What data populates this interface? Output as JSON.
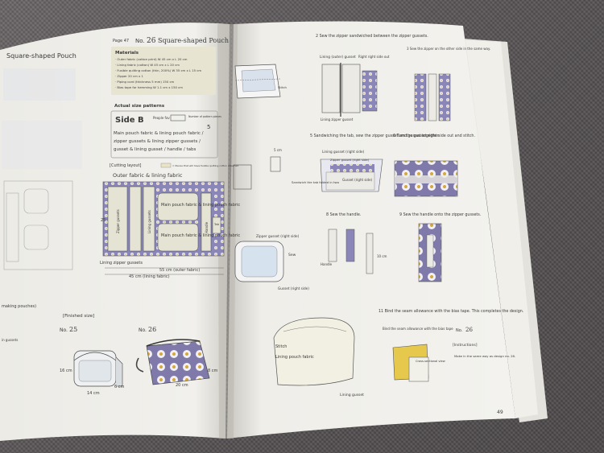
{
  "left_page": {
    "page_ref": "Page 47",
    "project_number": "26",
    "project_title": "Square-shaped Pouch",
    "left_title_fragment": "Square-shaped Pouch",
    "materials_heading": "Materials",
    "materials": [
      "· Outer fabric (cotton print) W 45 cm x L 20 cm",
      "· Lining fabric (cotton) W 45 cm x L 20 cm",
      "· Fusible quilting cotton (thin, 200%) W 35 cm x L 15 cm",
      "· Zipper 20 cm x 1",
      "· Piping cord (thickness 5 mm) 150 cm",
      "· Bias tape for hemming W 1.1 cm x 150 cm"
    ],
    "pattern_heading": "Actual size patterns",
    "side": "Side B",
    "people_label": "People fav",
    "number_label": "Number of pattern pieces",
    "number_value": "5",
    "pattern_lines": [
      "Main pouch fabric & lining pouch fabric /",
      "zipper gussets & lining zipper gussets /",
      "gusset & lining gusset / handle / tabs"
    ],
    "cutting_heading": "[Cutting layout]",
    "cutting_note": "= Pieces that will have fusible quilting cotton attached",
    "layout_title": "Outer fabric & lining fabric",
    "pieces": {
      "main1": "Main pouch fabric & lining pouch fabric",
      "main2": "Main pouch fabric & lining pouch fabric",
      "zipper": "Zipper gussets",
      "lining_gusset": "Lining gussets",
      "handle": "Handle",
      "tab": "Tab",
      "lining_zipper": "Lining zipper gussets"
    },
    "dim_height": "25",
    "dim_width1": "55 cm (outer fabric)",
    "dim_width2": "45 cm (lining fabric)",
    "finished_heading": "[Finished size]",
    "no25": "25",
    "no26": "26",
    "dim_a": "16 cm",
    "dim_b": "14 cm",
    "dim_c": "6 cm",
    "dim_d": "20 cm",
    "dim_e": "8 cm",
    "left_fragment_1": "making pouches)",
    "left_fragment_2": "in gussets"
  },
  "right_page": {
    "page_number": "49",
    "step2": "2  Sew the zipper sandwiched between the zipper gussets.",
    "step3": "3  Sew the zipper on the other side in the same way.",
    "step5": "5  Sandwiching the tab, sew the zipper gusset and gusset together.",
    "step6": "6  Turn the gusset right side out and stitch.",
    "step8": "8  Sew the handle.",
    "step9": "9  Sew the handle onto the zipper gussets.",
    "step11": "11  Bind the seam allowance with the bias tape. This completes the design.",
    "labels": {
      "lining_gusset": "Lining (outer) gusset",
      "right_side": "Right right side out",
      "turn": "Lining zipper gusset",
      "stitch": "Stitch",
      "lining_gusset_right": "Lining gusset (right side)",
      "zipper_right": "Zipper gusset (right side)",
      "sandwich": "Sandwich the tab folded in two",
      "gusset_right": "Gusset (right side)",
      "handle": "Handle",
      "sew": "Sew",
      "piping": "Zipper gusset (right side)",
      "gusset": "Gusset (right side)",
      "stitch2": "Stitch",
      "lining_pouch": "Lining pouch fabric",
      "lining_gusset2": "Lining gusset",
      "bind": "Bind the seam allowance with the bias tape",
      "cross": "Cross-sectional view",
      "no26": "26",
      "instructions": "[Instructions]",
      "make_same": "Make in the same way as design no. 26.",
      "five": "5 cm",
      "ten": "10 cm"
    }
  }
}
